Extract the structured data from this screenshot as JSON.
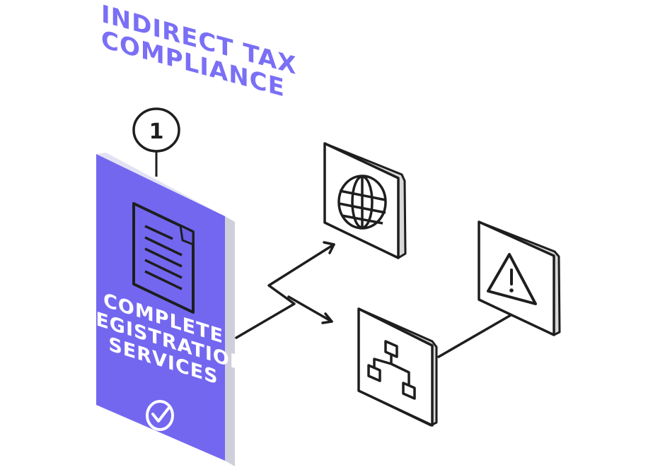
{
  "heading": {
    "line1": "INDIRECT TAX",
    "line2": "COMPLIANCE"
  },
  "step_number": "1",
  "card": {
    "line1": "COMPLETE",
    "line2": "REGISTRATION",
    "line3": "SERVICES"
  },
  "icons": {
    "card_icon": "document-icon",
    "card_badge": "check-circle-icon",
    "tile_1": "globe-icon",
    "tile_2": "warning-icon",
    "tile_3": "hierarchy-icon"
  },
  "colors": {
    "accent": "#7367f0",
    "heading": "#7a6ff5",
    "card_side": "#cfcfdc",
    "stroke": "#1e1e1e",
    "card_text": "#ffffff"
  }
}
